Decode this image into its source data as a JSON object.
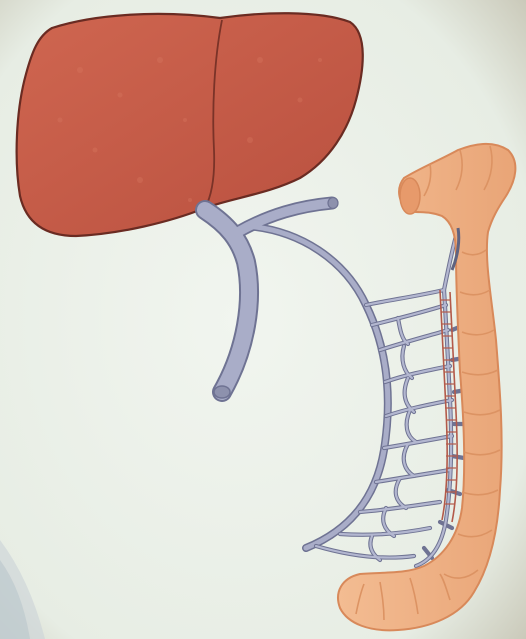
{
  "image": {
    "kind": "anatomical illustration",
    "subject": "liver-portal-vein-colon",
    "colors": {
      "background": "#e9eee6",
      "liver_fill": "#c85a47",
      "liver_outline": "#6a2b22",
      "vein_fill": "#a9adc8",
      "vein_outline": "#6f7393",
      "colon_fill": "#f0b386",
      "colon_outline": "#d8895a",
      "marginal_artery": "#b35a4a"
    },
    "structures": [
      {
        "name": "liver",
        "visible_label": ""
      },
      {
        "name": "portal-vein",
        "visible_label": ""
      },
      {
        "name": "mesenteric-vein-branches",
        "visible_label": ""
      },
      {
        "name": "colon",
        "visible_label": ""
      }
    ]
  }
}
